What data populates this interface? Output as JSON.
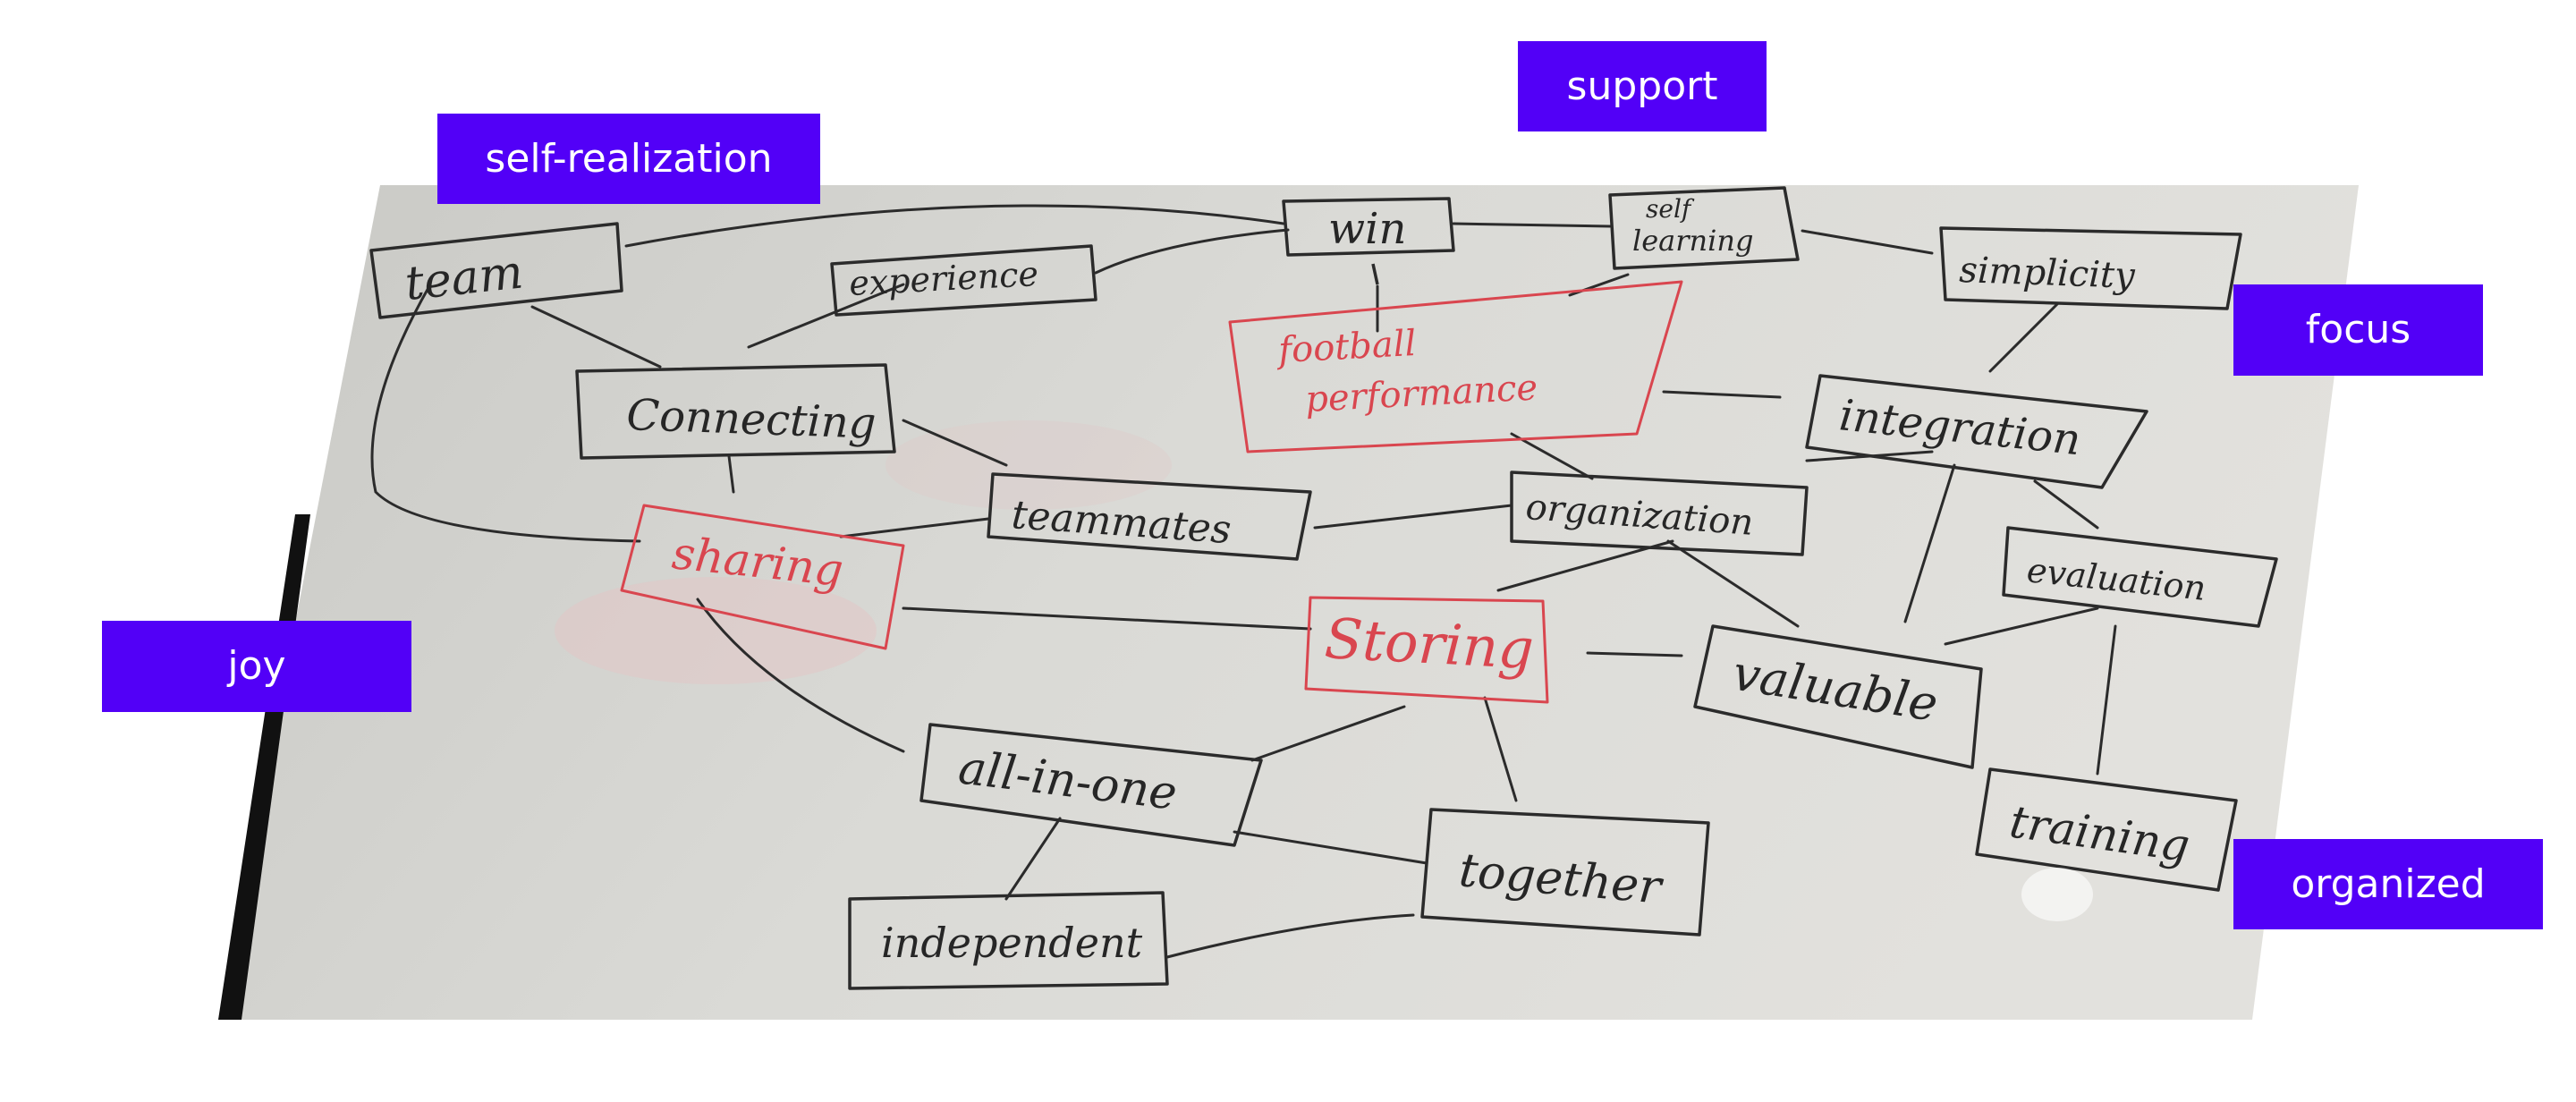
{
  "tags": {
    "self_realization": "self-realization",
    "support": "support",
    "focus": "focus",
    "joy": "joy",
    "organized": "organized"
  },
  "whiteboard": {
    "nodes": {
      "team": "team",
      "experience": "experience",
      "win": "win",
      "self_learning_line1": "self",
      "self_learning_line2": "learning",
      "simplicity": "simplicity",
      "football_line1": "football",
      "football_line2": "performance",
      "connecting": "Connecting",
      "integration": "integration",
      "teammates": "teammates",
      "organization": "organization",
      "sharing": "sharing",
      "evaluation": "evaluation",
      "storing": "Storing",
      "valuable": "valuable",
      "all_in_one": "all-in-one",
      "together": "together",
      "training": "training",
      "independent": "independent"
    }
  },
  "colors": {
    "accent": "#5200f7",
    "board": "#dcdcd8",
    "ink": "#2b2b2b",
    "red_ink": "#d9464f"
  }
}
